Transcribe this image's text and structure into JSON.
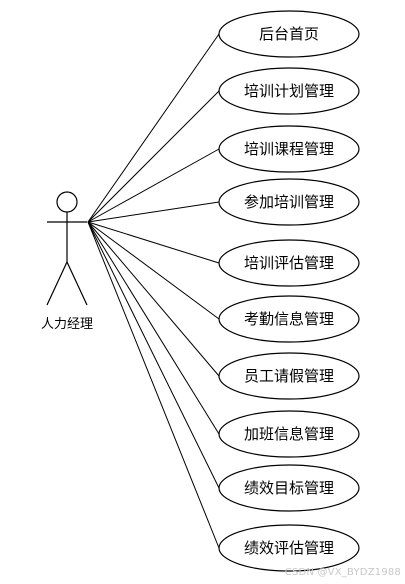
{
  "actor": {
    "label": "人力经理"
  },
  "use_cases": [
    {
      "id": "uc-home",
      "label": "后台首页"
    },
    {
      "id": "uc-training-plan",
      "label": "培训计划管理"
    },
    {
      "id": "uc-training-course",
      "label": "培训课程管理"
    },
    {
      "id": "uc-join-training",
      "label": "参加培训管理"
    },
    {
      "id": "uc-training-eval",
      "label": "培训评估管理"
    },
    {
      "id": "uc-attendance",
      "label": "考勤信息管理"
    },
    {
      "id": "uc-leave",
      "label": "员工请假管理"
    },
    {
      "id": "uc-overtime",
      "label": "加班信息管理"
    },
    {
      "id": "uc-performance-goal",
      "label": "绩效目标管理"
    },
    {
      "id": "uc-performance-eval",
      "label": "绩效评估管理"
    }
  ],
  "watermark": "CSDN @VX_BYDZ1988"
}
